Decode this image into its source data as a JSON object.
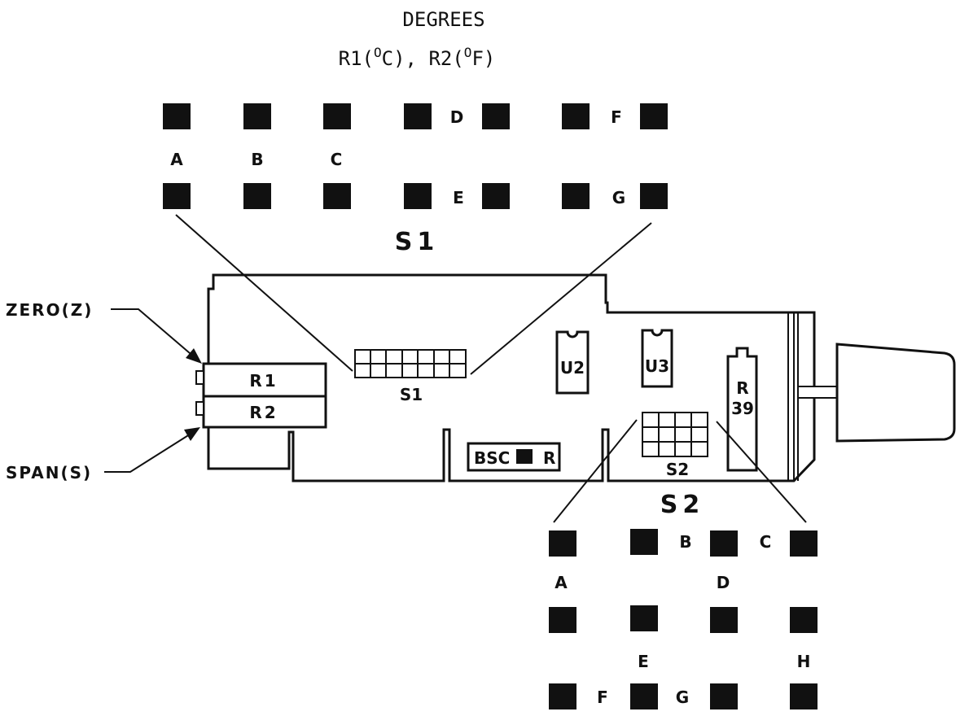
{
  "header": {
    "title": "DEGREES",
    "subtitle_parts": [
      "R1(",
      "O",
      "C), R2(",
      "O",
      "F)"
    ]
  },
  "s1": {
    "title": "S1",
    "board_label": "S1",
    "letters": [
      "A",
      "B",
      "C",
      "D",
      "E",
      "F",
      "G"
    ]
  },
  "s2": {
    "title": "S2",
    "board_label": "S2",
    "letters": [
      "A",
      "B",
      "C",
      "D",
      "E",
      "F",
      "G",
      "H"
    ]
  },
  "board": {
    "r1": "R1",
    "r2": "R2",
    "u2": "U2",
    "u3": "U3",
    "r39_top": "R",
    "r39_bottom": "39",
    "bsc": "BSC",
    "bsc_r": "R"
  },
  "callouts": {
    "zero": "ZERO(Z)",
    "span": "SPAN(S)"
  },
  "colors": {
    "ink": "#111111",
    "background": "#ffffff"
  }
}
